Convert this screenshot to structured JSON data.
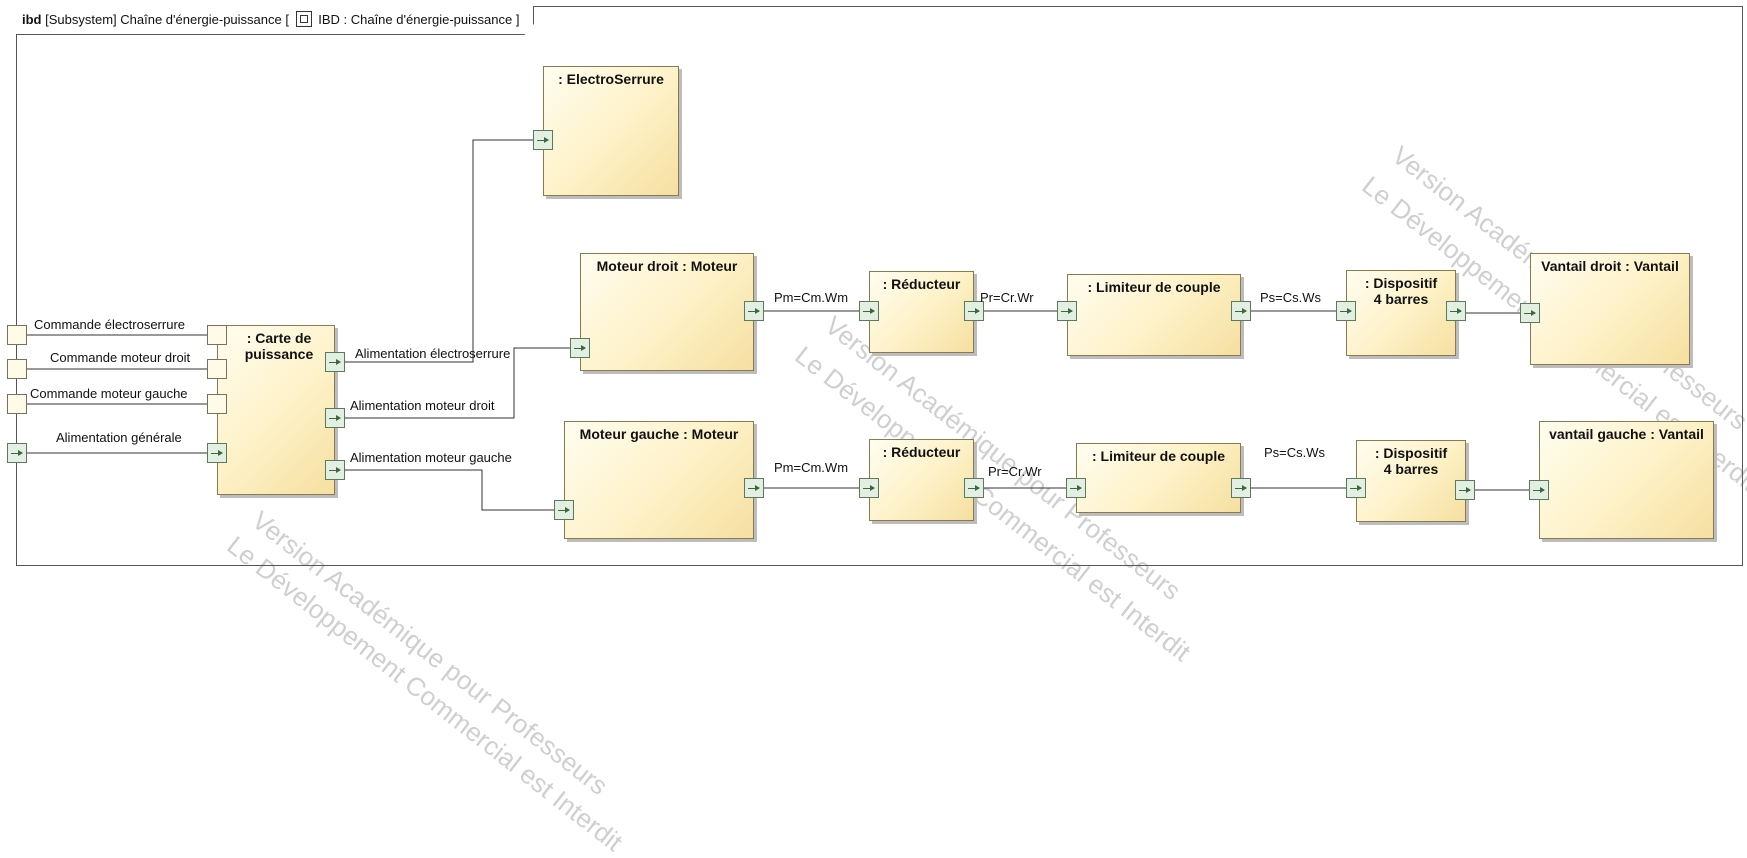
{
  "frame": {
    "keyword": "ibd",
    "label": "[Subsystem] Chaîne d'énergie-puissance [",
    "diagram": "IBD : Chaîne d'énergie-puissance ]"
  },
  "blocks": {
    "carte": ": Carte de puissance",
    "electroserrure": ": ElectroSerrure",
    "moteur_droit": "Moteur droit : Moteur",
    "reducteur_1": ": Réducteur",
    "limiteur_1": ": Limiteur de couple",
    "dispositif_1": ": Dispositif 4 barres",
    "vantail_droit": "Vantail droit : Vantail",
    "moteur_gauche": "Moteur gauche : Moteur",
    "reducteur_2": ": Réducteur",
    "limiteur_2": ": Limiteur de couple",
    "dispositif_2": ": Dispositif 4 barres",
    "vantail_gauche": "vantail gauche : Vantail"
  },
  "flows": {
    "cmd_electroserrure": "Commande électroserrure",
    "cmd_moteur_droit": "Commande moteur droit",
    "cmd_moteur_gauche": "Commande moteur gauche",
    "alim_generale": "Alimentation générale",
    "alim_electroserrure": "Alimentation électroserrure",
    "alim_moteur_droit": "Alimentation moteur droit",
    "alim_moteur_gauche": "Alimentation moteur gauche",
    "pm_1": "Pm=Cm.Wm",
    "pr_1": "Pr=Cr.Wr",
    "ps_1": "Ps=Cs.Ws",
    "pm_2": "Pm=Cm.Wm",
    "pr_2": "Pr=Cr.Wr",
    "ps_2": "Ps=Cs.Ws"
  },
  "watermark": {
    "line1": "Version Académique pour Professeurs",
    "line2": "Le Développement Commercial est Interdit"
  }
}
